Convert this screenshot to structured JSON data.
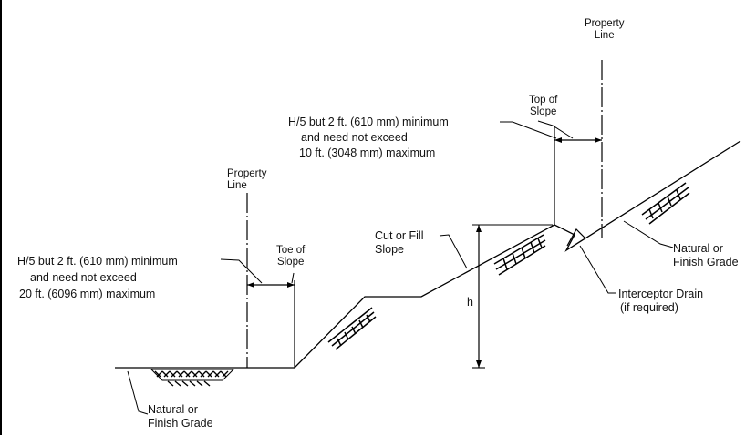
{
  "labels": {
    "property_line_right": [
      "Property",
      "Line"
    ],
    "top_of_slope": [
      "Top of",
      "Slope"
    ],
    "setback_top": [
      "H/5 but 2 ft. (610 mm) minimum",
      "and need not exceed",
      "10 ft. (3048 mm) maximum"
    ],
    "property_line_left": [
      "Property",
      "Line"
    ],
    "cut_or_fill_slope": [
      "Cut or Fill",
      "Slope"
    ],
    "toe_of_slope": [
      "Toe of",
      "Slope"
    ],
    "setback_toe": [
      "H/5 but 2 ft. (610 mm) minimum",
      "and need not exceed",
      "20 ft. (6096 mm) maximum"
    ],
    "natural_grade_right": [
      "Natural or",
      "Finish Grade"
    ],
    "interceptor_drain": [
      "Interceptor Drain",
      "(if required)"
    ],
    "height": "h",
    "natural_grade_left": [
      "Natural or",
      "Finish Grade"
    ]
  },
  "colors": {
    "line": "#000000",
    "background": "#ffffff"
  }
}
